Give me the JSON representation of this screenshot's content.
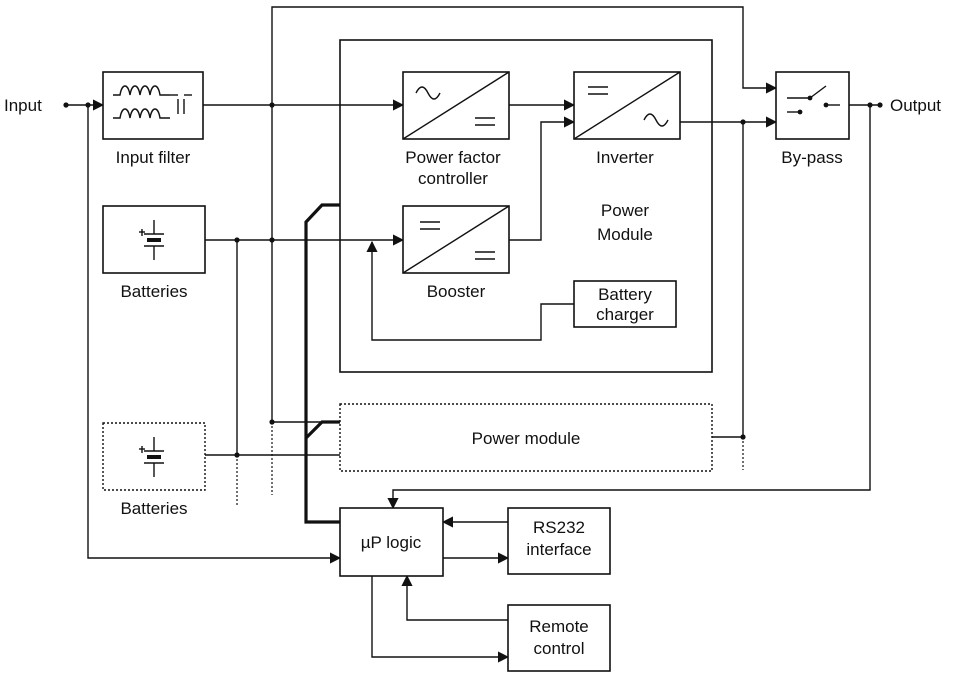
{
  "labels": {
    "input": "Input",
    "output": "Output",
    "input_filter": "Input filter",
    "pfc_line1": "Power factor",
    "pfc_line2": "controller",
    "inverter": "Inverter",
    "bypass": "By-pass",
    "batteries_1": "Batteries",
    "batteries_2": "Batteries",
    "power_module_line1": "Power",
    "power_module_line2": "Module",
    "booster": "Booster",
    "charger_line1": "Battery",
    "charger_line2": "charger",
    "power_module_2": "Power module",
    "up_logic": "µP logic",
    "rs232_line1": "RS232",
    "rs232_line2": "interface",
    "remote_line1": "Remote",
    "remote_line2": "control"
  }
}
